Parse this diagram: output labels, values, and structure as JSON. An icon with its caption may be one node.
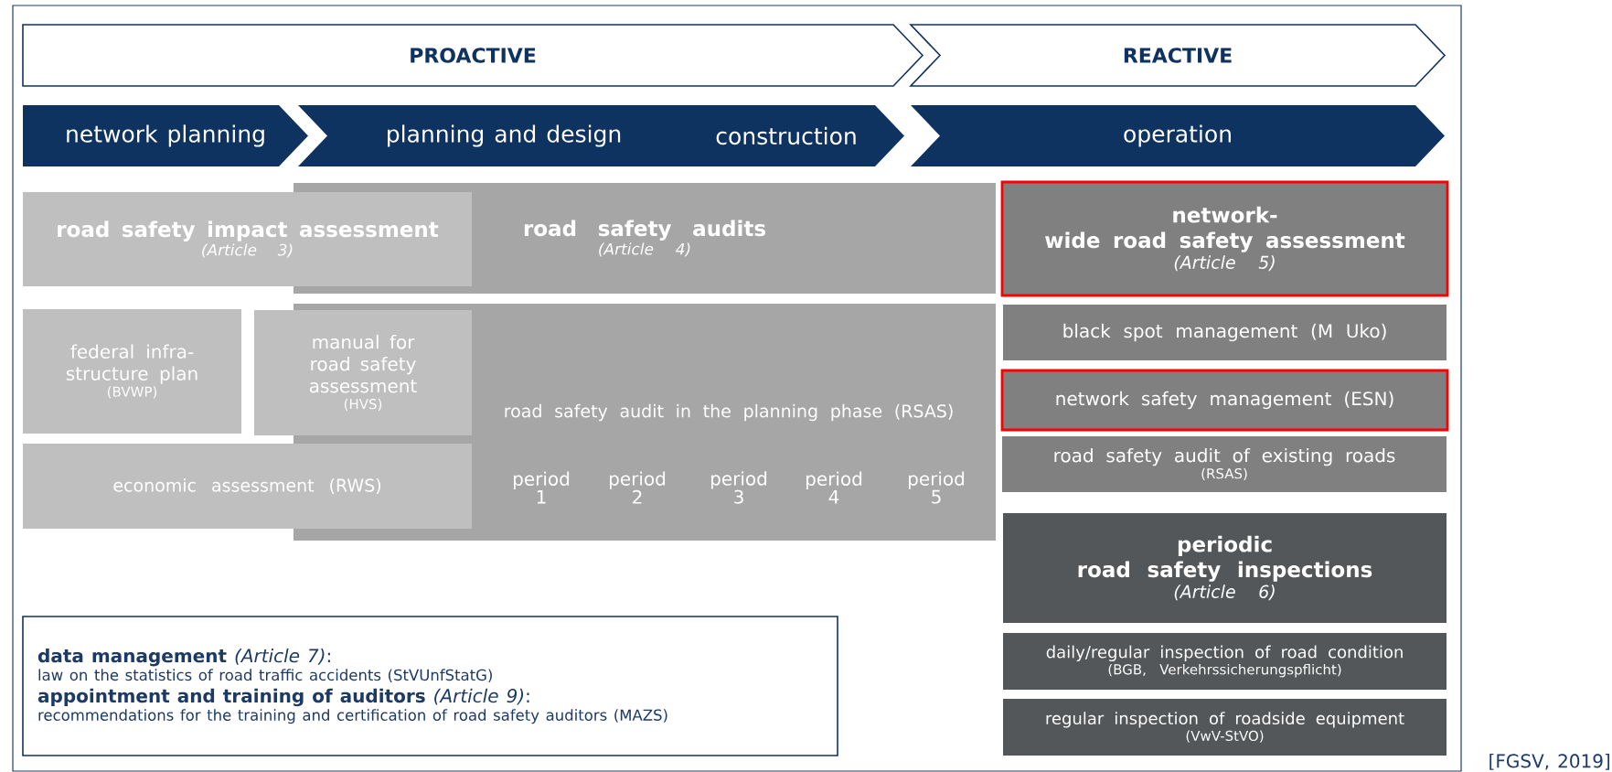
{
  "diagram": {
    "nodes": [
      {
        "text": [
          "PROACTIVE"
        ]
      },
      {
        "text": [
          "REACTIVE"
        ]
      },
      {
        "text": [
          "network planning"
        ]
      },
      {
        "text": [
          "planning and design"
        ]
      },
      {
        "text": [
          "construction"
        ]
      },
      {
        "text": [
          "operation"
        ]
      },
      {
        "text": [
          "road safety impact assessment",
          "(Article 3)"
        ]
      },
      {
        "text": [
          "road safety audits",
          "(Article 4)"
        ]
      },
      {
        "text": [
          "road safety audit in the planning phase (RSAS)",
          "period 1",
          "period 2",
          "period 3",
          "period 4",
          "period 5"
        ]
      },
      {
        "text": [
          "federal infra-structure plan",
          "(BVWP)"
        ]
      },
      {
        "text": [
          "manual for road safety assessment",
          "(HVS)"
        ]
      },
      {
        "text": [
          "economic assessment (RWS)"
        ]
      },
      {
        "text": [
          "network-wide road safety assessment",
          "(Article 5)"
        ]
      },
      {
        "text": [
          "black spot management (M Uko)"
        ]
      },
      {
        "text": [
          "network safety management (ESN)"
        ]
      },
      {
        "text": [
          "road safety audit of existing roads",
          "(RSAS)"
        ]
      },
      {
        "text": [
          "periodic road safety inspections",
          "(Article 6)"
        ]
      },
      {
        "text": [
          "daily/regular inspection of road condition",
          "(BGB, Verkehrssicherungspflicht)"
        ]
      },
      {
        "text": [
          "regular inspection of roadside equipment",
          "(VwV-StVO)"
        ]
      },
      {
        "text": [
          "**data management** *(Article 7)*:",
          "law on the statistics of road traffic accidents (StVUnfStatG)",
          "**appointment and training of auditors** *(Article 9)*:",
          "recommendations for the training and certification of road safety auditors (MAZS)"
        ]
      }
    ],
    "labels": [
      "[FGSV, 2019]"
    ]
  }
}
